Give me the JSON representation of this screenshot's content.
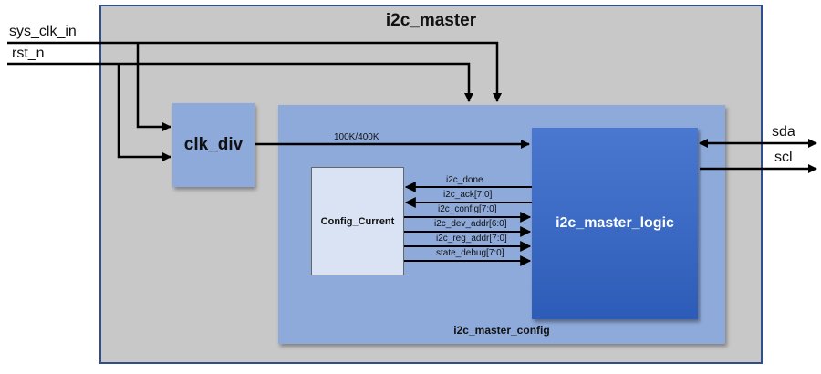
{
  "title": "i2c_master",
  "inputs": {
    "clk": "sys_clk_in",
    "rst": "rst_n"
  },
  "outputs": {
    "sda": "sda",
    "scl": "scl"
  },
  "blocks": {
    "clk_div": "clk_div",
    "config_current": "Config_Current",
    "logic": "i2c_master_logic",
    "config": "i2c_master_config"
  },
  "clock_label": "100K/400K",
  "signals": [
    "i2c_done",
    "i2c_ack[7:0]",
    "i2c_config[7:0]",
    "i2c_dev_addr[6:0]",
    "i2c_reg_addr[7:0]",
    "state_debug[7:0]"
  ]
}
